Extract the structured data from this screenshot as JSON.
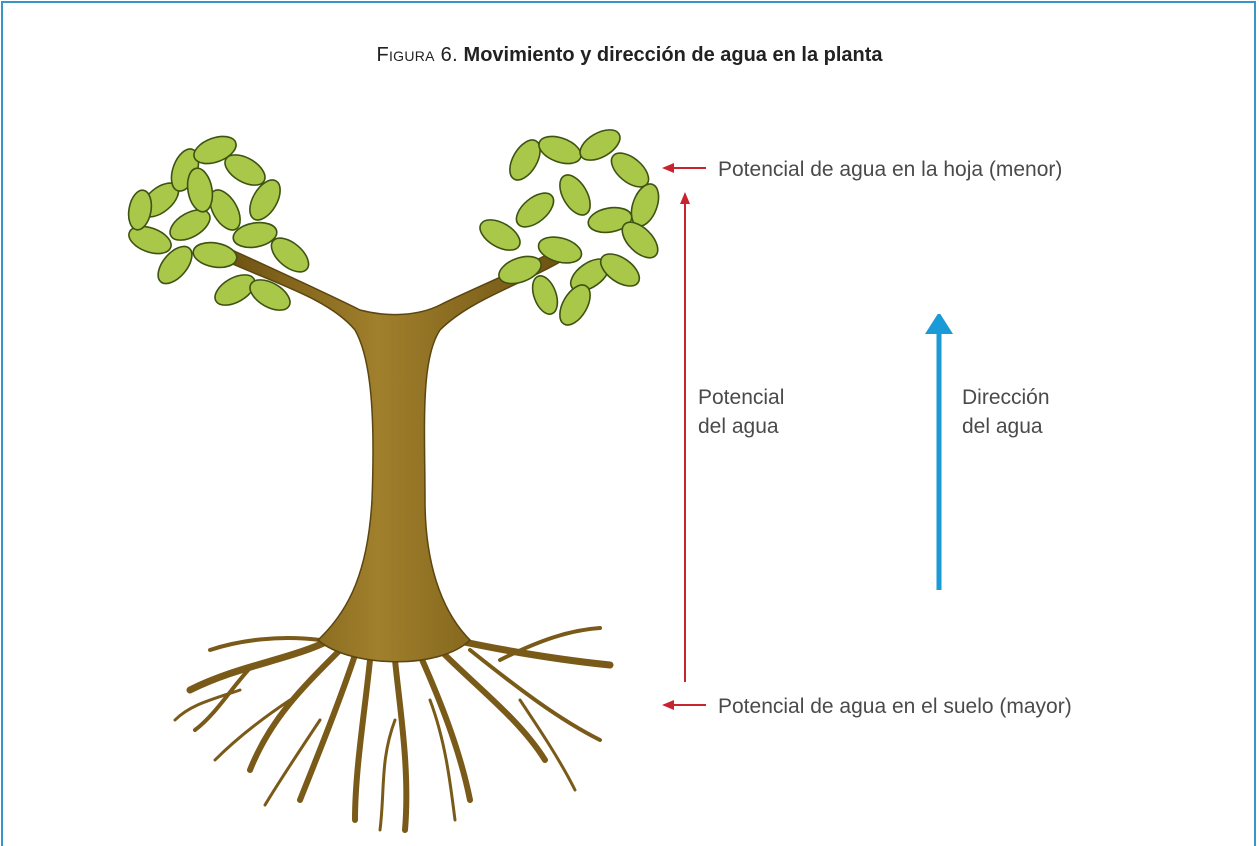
{
  "figure": {
    "number": "Figura 6.",
    "title": "Movimiento y dirección de agua en la planta"
  },
  "labels": {
    "leaf_potential": "Potencial de agua en la hoja (menor)",
    "soil_potential": "Potencial de agua en el suelo (mayor)",
    "potential_line1": "Potencial",
    "potential_line2": "del agua",
    "direction_line1": "Dirección",
    "direction_line2": "del agua"
  },
  "colors": {
    "frame": "#3a93c9",
    "red_arrow": "#c8242f",
    "blue_arrow": "#1a9ad6",
    "trunk": "#8a6a1e",
    "leaf": "#a9c84a"
  }
}
